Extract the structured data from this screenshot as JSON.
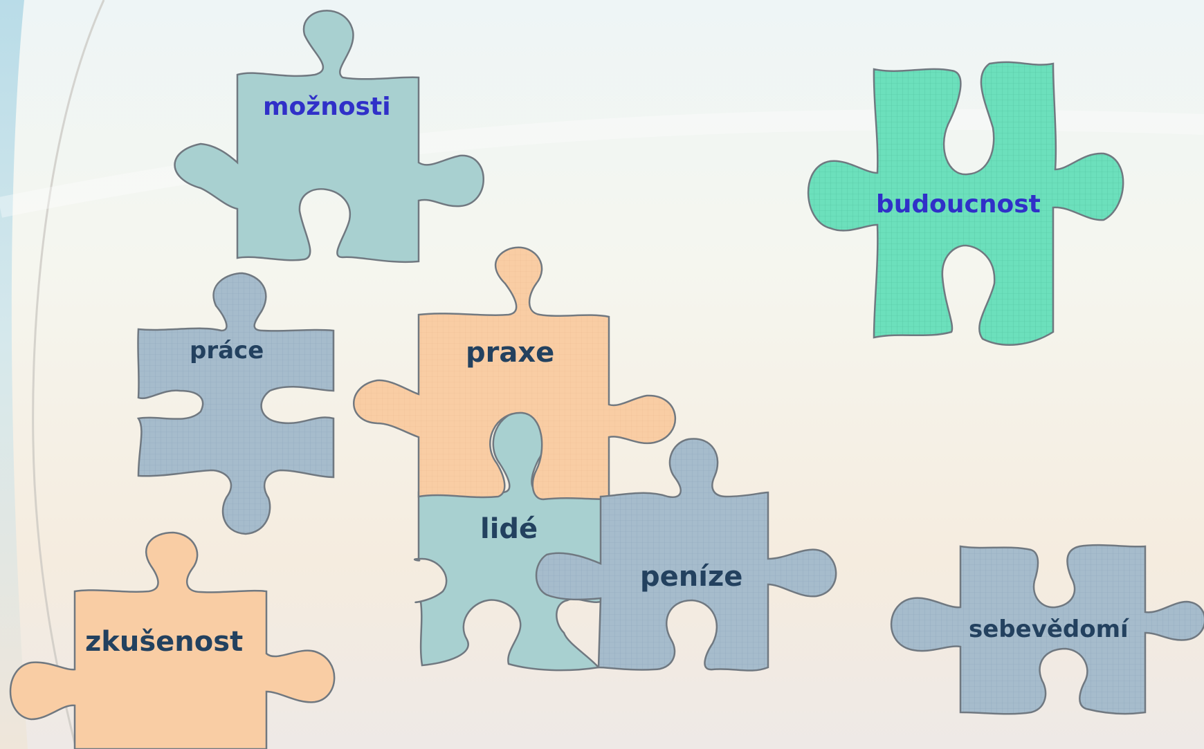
{
  "pieces": [
    {
      "id": "moznosti",
      "label": "možnosti",
      "color": "#a8d0d0"
    },
    {
      "id": "budoucnost",
      "label": "budoucnost",
      "color": "#6ce0bc"
    },
    {
      "id": "prace",
      "label": "práce",
      "color": "#a6bccc"
    },
    {
      "id": "praxe",
      "label": "praxe",
      "color": "#f9cda4"
    },
    {
      "id": "lide",
      "label": "lidé",
      "color": "#a8d0d0"
    },
    {
      "id": "penize",
      "label": "peníze",
      "color": "#a6bccc"
    },
    {
      "id": "sebevedomi",
      "label": "sebevědomí",
      "color": "#a6bccc"
    },
    {
      "id": "zkusenost",
      "label": "zkušenost",
      "color": "#f9cda4"
    }
  ],
  "colors": {
    "label_blue": "#3030c8",
    "label_navy": "#23415f",
    "outline": "#707880"
  }
}
